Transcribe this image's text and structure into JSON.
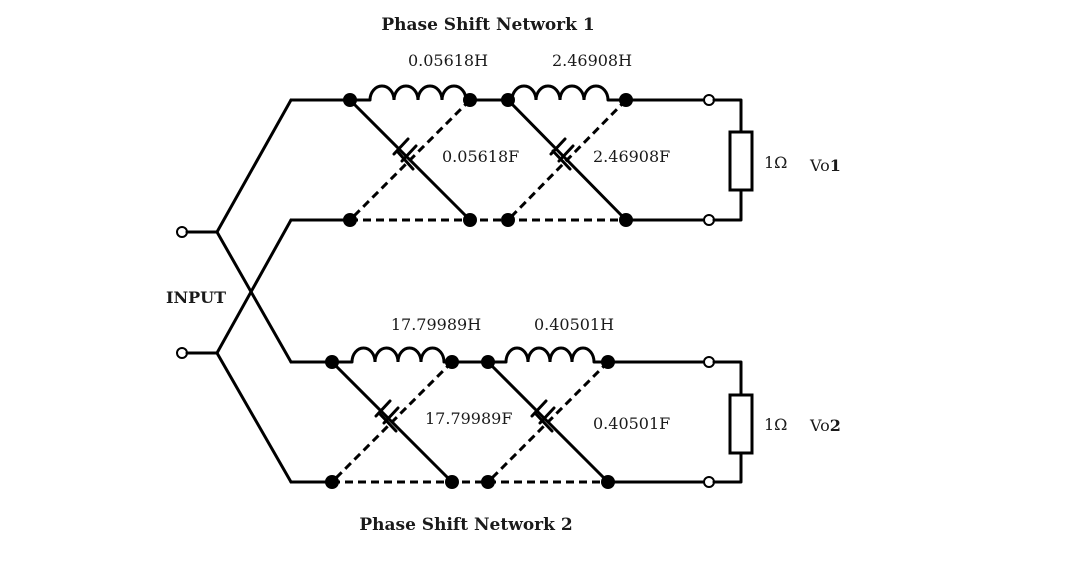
{
  "input_label": "INPUT",
  "networks": [
    {
      "title": "Phase Shift Network 1",
      "inductors": [
        "0.05618H",
        "2.46908H"
      ],
      "capacitors": [
        "0.05618F",
        "2.46908F"
      ],
      "resistor": "1Ω",
      "output": {
        "prefix": "Vo",
        "index": "1"
      }
    },
    {
      "title": "Phase Shift Network 2",
      "inductors": [
        "17.79989H",
        "0.40501H"
      ],
      "capacitors": [
        "17.79989F",
        "0.40501F"
      ],
      "resistor": "1Ω",
      "output": {
        "prefix": "Vo",
        "index": "2"
      }
    }
  ]
}
